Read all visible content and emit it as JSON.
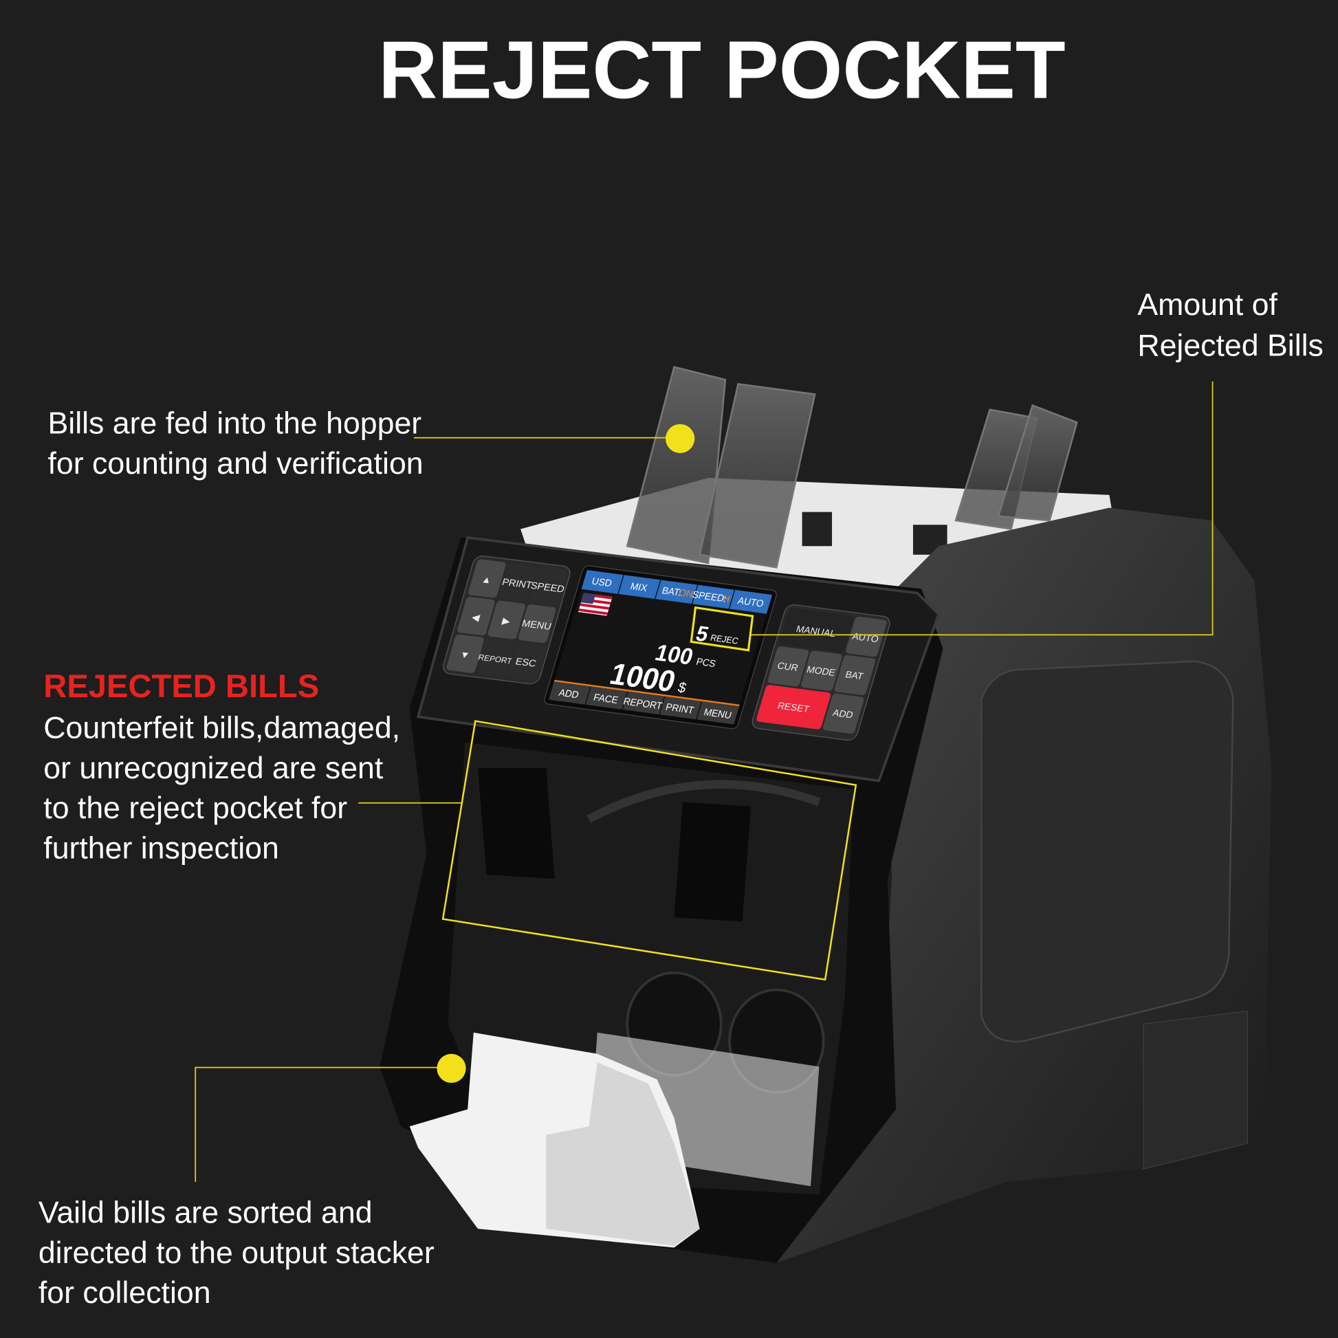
{
  "title": "REJECT POCKET",
  "colors": {
    "background": "#1e1e1e",
    "accent_yellow": "#f2e11a",
    "heading_red": "#e8231f",
    "reset_red": "#f0243a",
    "tab_blue": "#2f6fc0"
  },
  "callouts": {
    "amount": {
      "lines": [
        "Amount of",
        "Rejected Bills"
      ]
    },
    "hopper": {
      "lines": [
        "Bills are fed into the hopper",
        "for counting and verification"
      ]
    },
    "rejected": {
      "heading": "REJECTED BILLS",
      "lines": [
        "Counterfeit bills,damaged,",
        "or unrecognized are sent",
        "to the reject pocket for",
        "further inspection"
      ]
    },
    "stacker": {
      "lines": [
        "Vaild bills are sorted and",
        "directed to the output stacker",
        "for collection"
      ]
    }
  },
  "display": {
    "tabs": [
      "USD",
      "MIX",
      "BAT:",
      "SPEED:",
      "AUTO"
    ],
    "tab_values": {
      "bat": "ON",
      "speed": "H"
    },
    "flag_icon": "us-flag-icon",
    "reject_count": "5",
    "reject_label": "REJEC",
    "pcs_count": "100",
    "pcs_label": "PCS",
    "amount": "1000",
    "currency": "$",
    "soft_keys": [
      "ADD",
      "FACE",
      "REPORT",
      "PRINT",
      "MENU"
    ]
  },
  "left_keypad": {
    "keys": [
      "▲",
      "PRINT",
      "SPEED",
      "◀",
      "▶",
      "MENU",
      "▼",
      "REPORT",
      "ESC"
    ]
  },
  "right_keypad": {
    "manual": "MANUAL",
    "auto": "AUTO",
    "cur": "CUR",
    "mode": "MODE",
    "bat": "BAT",
    "reset": "RESET",
    "add": "ADD"
  }
}
